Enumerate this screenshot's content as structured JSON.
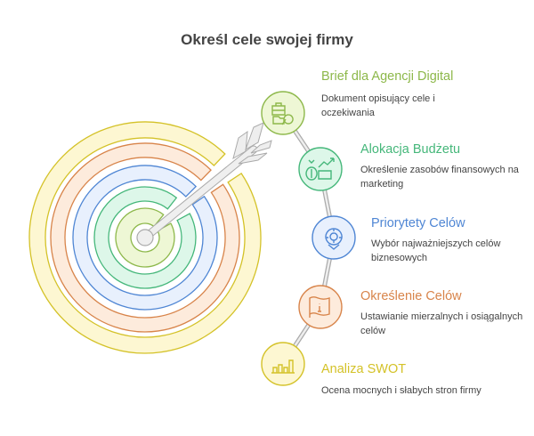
{
  "title": "Określ cele swojej firmy",
  "steps": [
    {
      "title": "Brief dla Agencji Digital",
      "desc": "Dokument opisujący cele i oczekiwania",
      "icon": "briefcase-search-icon",
      "color": "#8db84a"
    },
    {
      "title": "Alokacja Budżetu",
      "desc": "Określenie zasobów finansowych na marketing",
      "icon": "money-growth-icon",
      "color": "#45b77a"
    },
    {
      "title": "Priorytety Celów",
      "desc": "Wybór najważniejszych celów biznesowych",
      "icon": "target-pin-icon",
      "color": "#4f86d4"
    },
    {
      "title": "Określenie Celów",
      "desc": "Ustawianie mierzalnych i osiągalnych celów",
      "icon": "info-flag-icon",
      "color": "#d8844a"
    },
    {
      "title": "Analiza SWOT",
      "desc": "Ocena mocnych i słabych stron firmy",
      "icon": "bar-chart-icon",
      "color": "#d4c228"
    }
  ]
}
